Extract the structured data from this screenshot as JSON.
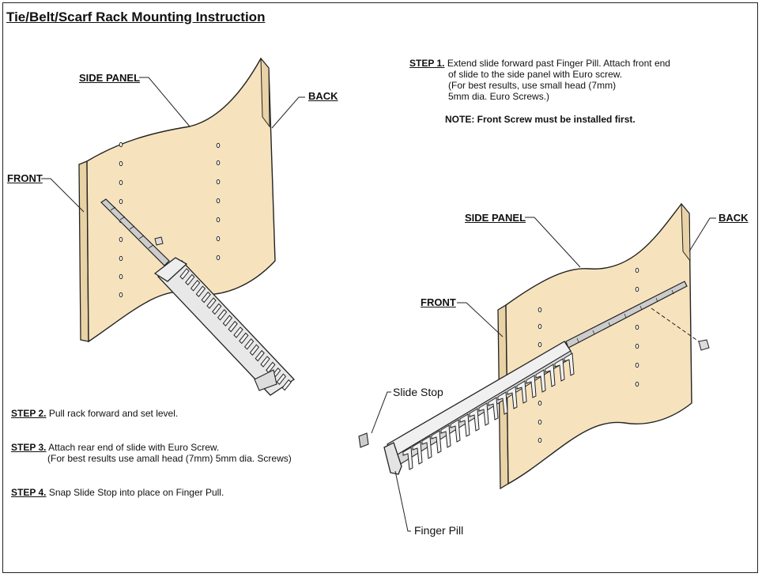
{
  "title": "Tie/Belt/Scarf Rack Mounting Instruction",
  "left_diagram": {
    "side_panel_label": "SIDE PANEL",
    "back_label": "BACK",
    "front_label": "FRONT"
  },
  "right_diagram": {
    "side_panel_label": "SIDE PANEL",
    "back_label": "BACK",
    "front_label": "FRONT",
    "slide_stop_label": "Slide Stop",
    "finger_pill_label": "Finger Pill"
  },
  "step1": {
    "label": "STEP 1.",
    "line1": "Extend slide forward past Finger Pill. Attach front end",
    "line2": "of slide to the side panel with Euro screw.",
    "line3": "(For best results, use small head (7mm)",
    "line4": "5mm dia. Euro Screws.)"
  },
  "note": "NOTE: Front Screw must be installed first.",
  "step2": {
    "label": "STEP 2.",
    "text": "Pull rack forward and set level."
  },
  "step3": {
    "label": "STEP 3.",
    "line1": "Attach rear end of slide with Euro Screw.",
    "line2": "(For best results use amall head (7mm) 5mm dia. Screws)"
  },
  "step4": {
    "label": "STEP 4.",
    "text": "Snap Slide Stop into place on Finger Pull."
  },
  "colors": {
    "panel": "#f6e3bd",
    "panel_edge": "#e9d2a5",
    "rack": "#e8e8e8",
    "outline": "#222222"
  }
}
